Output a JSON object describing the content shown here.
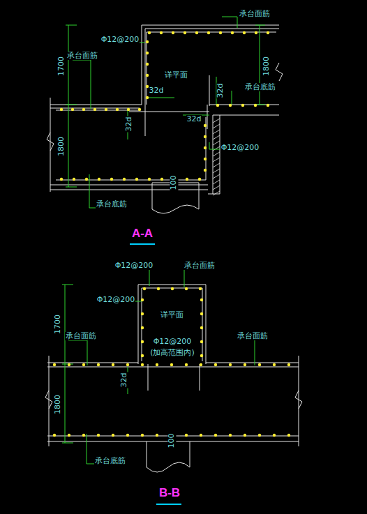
{
  "diagram": {
    "labels": [
      "承台面筋",
      "Φ12@200",
      "1700",
      "1800",
      "承台面筋",
      "详平面",
      "32d",
      "32d",
      "承台底筋",
      "32d",
      "32d",
      "Φ12@200",
      "1800",
      "100",
      "承台底筋",
      "A-A",
      "Φ12@200",
      "承台面筋",
      "Φ12@200",
      "1700",
      "详平面",
      "承台面筋",
      "承台面筋",
      "Φ12@200",
      "(加高范围内)",
      "32d",
      "1800",
      "100",
      "承台底筋",
      "B-B"
    ]
  }
}
